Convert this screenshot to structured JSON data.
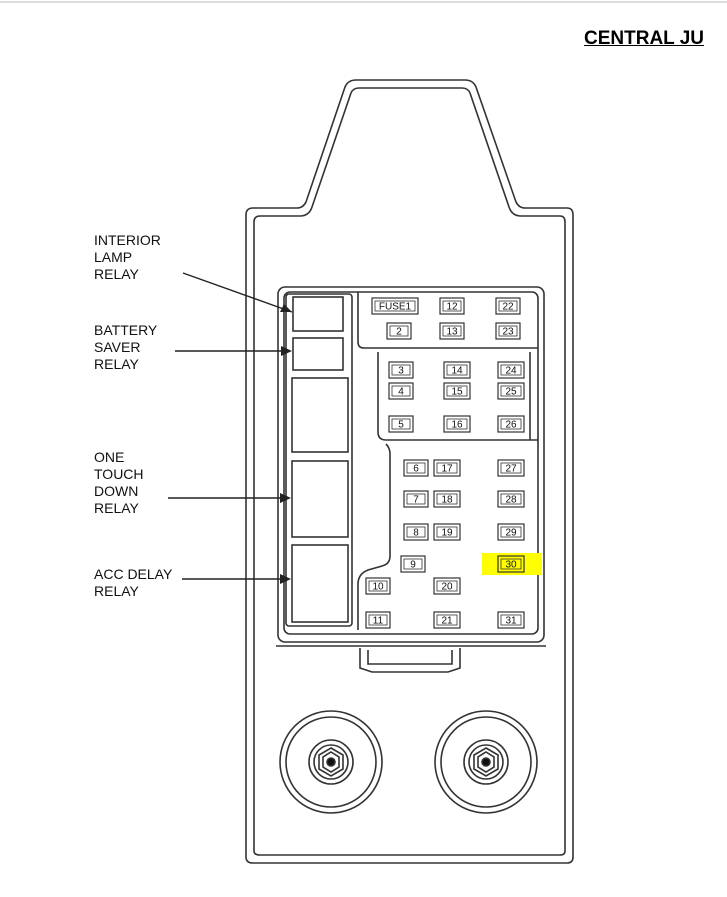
{
  "title": "CENTRAL JU",
  "relay_labels": {
    "interior_lamp": "INTERIOR\nLAMP\nRELAY",
    "battery_saver": "BATTERY\nSAVER\nRELAY",
    "one_touch_down": "ONE\nTOUCH\nDOWN\nRELAY",
    "acc_delay": "ACC DELAY\nRELAY"
  },
  "fuses": [
    {
      "id": "fuse-1",
      "label": "FUSE1"
    },
    {
      "id": "fuse-12",
      "label": "12"
    },
    {
      "id": "fuse-22",
      "label": "22"
    },
    {
      "id": "fuse-2",
      "label": "2"
    },
    {
      "id": "fuse-13",
      "label": "13"
    },
    {
      "id": "fuse-23",
      "label": "23"
    },
    {
      "id": "fuse-3",
      "label": "3"
    },
    {
      "id": "fuse-14",
      "label": "14"
    },
    {
      "id": "fuse-24",
      "label": "24"
    },
    {
      "id": "fuse-4",
      "label": "4"
    },
    {
      "id": "fuse-15",
      "label": "15"
    },
    {
      "id": "fuse-25",
      "label": "25"
    },
    {
      "id": "fuse-5",
      "label": "5"
    },
    {
      "id": "fuse-16",
      "label": "16"
    },
    {
      "id": "fuse-26",
      "label": "26"
    },
    {
      "id": "fuse-6",
      "label": "6"
    },
    {
      "id": "fuse-17",
      "label": "17"
    },
    {
      "id": "fuse-27",
      "label": "27"
    },
    {
      "id": "fuse-7",
      "label": "7"
    },
    {
      "id": "fuse-18",
      "label": "18"
    },
    {
      "id": "fuse-28",
      "label": "28"
    },
    {
      "id": "fuse-8",
      "label": "8"
    },
    {
      "id": "fuse-19",
      "label": "19"
    },
    {
      "id": "fuse-29",
      "label": "29"
    },
    {
      "id": "fuse-9",
      "label": "9"
    },
    {
      "id": "fuse-30",
      "label": "30",
      "highlighted": true
    },
    {
      "id": "fuse-10",
      "label": "10"
    },
    {
      "id": "fuse-20",
      "label": "20"
    },
    {
      "id": "fuse-11",
      "label": "11"
    },
    {
      "id": "fuse-21",
      "label": "21"
    },
    {
      "id": "fuse-31",
      "label": "31"
    }
  ],
  "colors": {
    "line": "#333333",
    "highlight": "#ffff00",
    "background": "#ffffff"
  }
}
